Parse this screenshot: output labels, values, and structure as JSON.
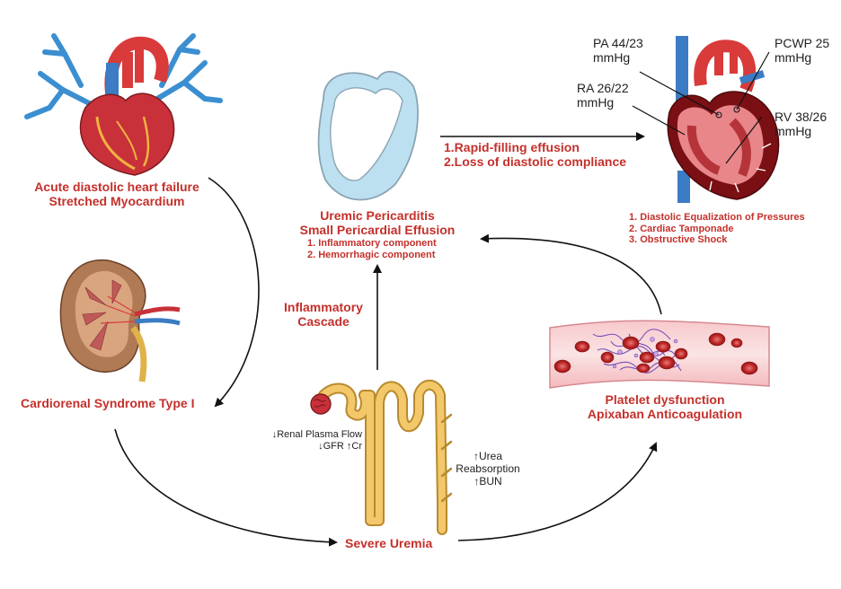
{
  "nodes": {
    "heart_failure": {
      "line1": "Acute diastolic heart failure",
      "line2": "Stretched Myocardium"
    },
    "cardiorenal": {
      "label": "Cardiorenal Syndrome Type I"
    },
    "uremic_pericarditis": {
      "line1": "Uremic Pericarditis",
      "line2": "Small Pericardial Effusion",
      "items": [
        "1.  Inflammatory component",
        "2.  Hemorrhagic component"
      ]
    },
    "inflammatory_cascade": {
      "line1": "Inflammatory",
      "line2": "Cascade"
    },
    "severe_uremia": {
      "label": "Severe Uremia"
    },
    "renal": {
      "line1": "↓Renal Plasma Flow",
      "line2": "↓GFR ↑Cr"
    },
    "urea": {
      "line1": "↑Urea",
      "line2": "Reabsorption",
      "line3": "↑BUN"
    },
    "platelet": {
      "line1": "Platelet dysfunction",
      "line2": "Apixaban Anticoagulation"
    },
    "effusion_arrow": {
      "line1": "1.Rapid-filling effusion",
      "line2": "2.Loss of diastolic compliance"
    },
    "tamponade": {
      "items": [
        "1.  Diastolic Equalization of Pressures",
        "2.  Cardiac Tamponade",
        "3.  Obstructive Shock"
      ]
    },
    "pressures": {
      "pa": {
        "line1": "PA 44/23",
        "line2": "mmHg"
      },
      "pcwp": {
        "line1": "PCWP 25",
        "line2": "mmHg"
      },
      "ra": {
        "line1": "RA 26/22",
        "line2": "mmHg"
      },
      "rv": {
        "line1": "RV 38/26",
        "line2": "mmHg"
      }
    }
  },
  "colors": {
    "label_red": "#c4302b",
    "arrow": "#111111",
    "effusion_blue": "#bde0f0"
  }
}
